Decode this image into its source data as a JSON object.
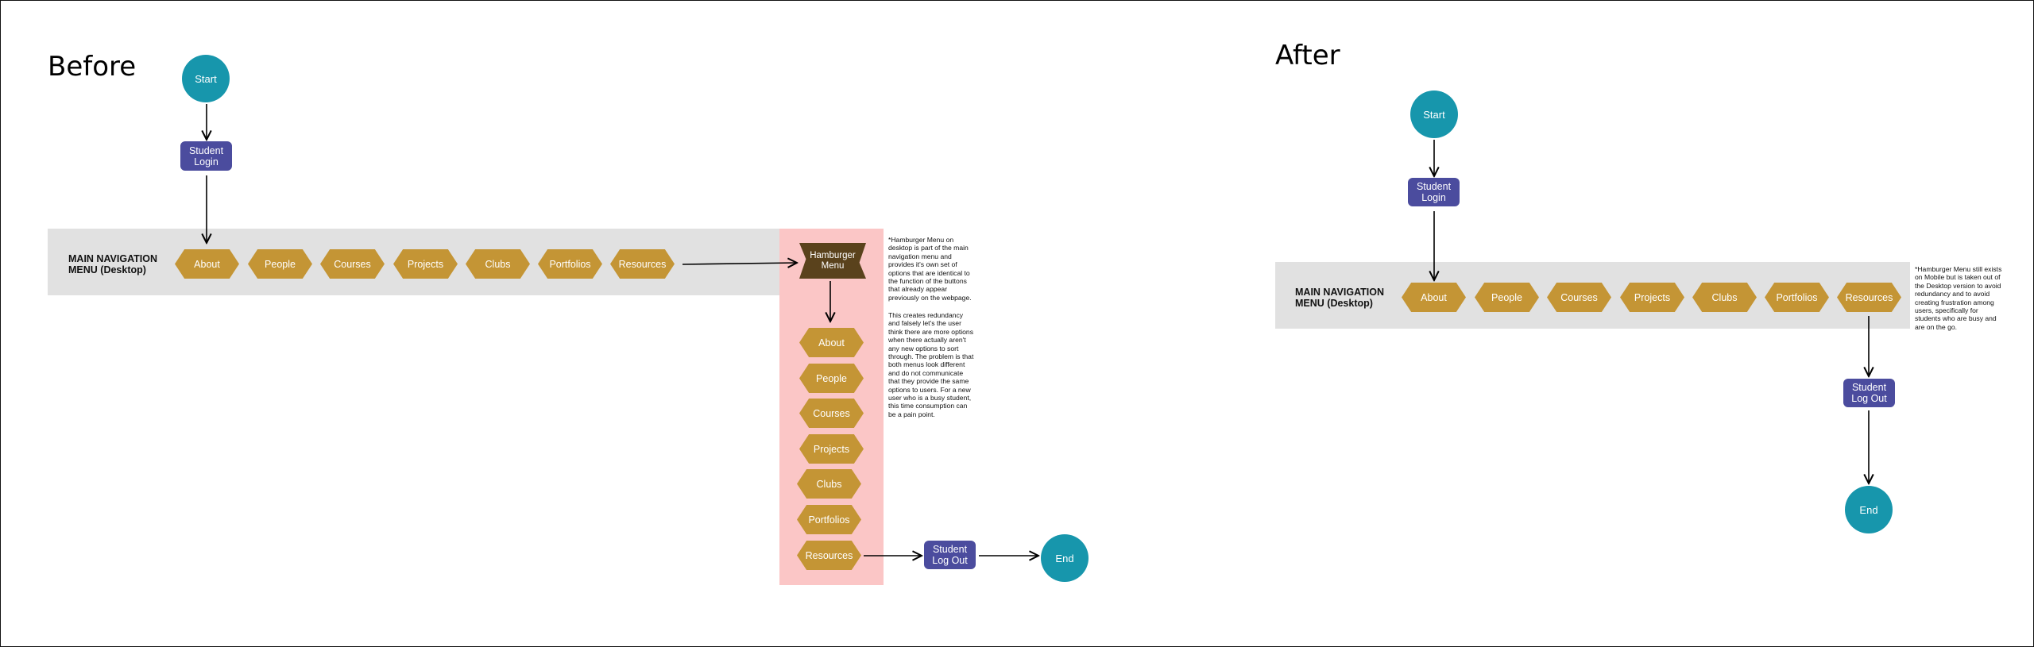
{
  "before": {
    "title": "Before",
    "start": "Start",
    "login": "Student Login",
    "nav_label": "MAIN NAVIGATION MENU (Desktop)",
    "nav_items": [
      "About",
      "People",
      "Courses",
      "Projects",
      "Clubs",
      "Portfolios",
      "Resources"
    ],
    "hamburger": "Hamburger Menu",
    "hamburger_items": [
      "About",
      "People",
      "Courses",
      "Projects",
      "Clubs",
      "Portfolios",
      "Resources"
    ],
    "note_1": "*Hamburger Menu on desktop is part of the main navigation menu and provides it's own set of options that are identical to the function of the buttons that already appear previously on the webpage.",
    "note_2": "This creates redundancy and falsely let's the user think there are more options when there actually aren't any new options to sort through. The problem is that both menus look different and do not communicate that they provide the same options to users. For a new user who is a busy student, this time consumption can be a pain point.",
    "logout": "Student Log Out",
    "end": "End"
  },
  "after": {
    "title": "After",
    "start": "Start",
    "login": "Student Login",
    "nav_label": "MAIN NAVIGATION MENU (Desktop)",
    "nav_items": [
      "About",
      "People",
      "Courses",
      "Projects",
      "Clubs",
      "Portfolios",
      "Resources"
    ],
    "note": "*Hamburger Menu still exists on Mobile but is taken out of the Desktop version to avoid redundancy and to avoid creating frustration among users, specifically for students who are busy and are on the go.",
    "logout": "Student Log Out",
    "end": "End"
  },
  "colors": {
    "terminal": "#1796ac",
    "process": "#4b4c9e",
    "nav_item": "#c49535",
    "hamburger": "#5a421c",
    "nav_band": "#e1e1e1",
    "problem_highlight": "#fbc6c6"
  }
}
